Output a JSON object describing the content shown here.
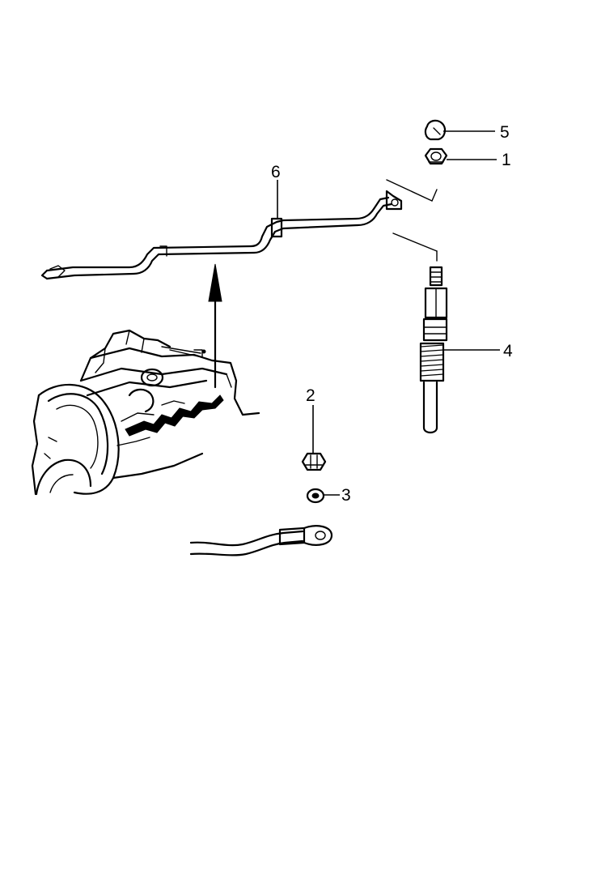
{
  "callouts": [
    {
      "id": "1",
      "label": "1",
      "part": "nut"
    },
    {
      "id": "2",
      "label": "2",
      "part": "nut"
    },
    {
      "id": "3",
      "label": "3",
      "part": "washer"
    },
    {
      "id": "4",
      "label": "4",
      "part": "glow-plug"
    },
    {
      "id": "5",
      "label": "5",
      "part": "cap"
    },
    {
      "id": "6",
      "label": "6",
      "part": "glow-plug-connector-bar"
    }
  ],
  "colors": {
    "line": "#000000",
    "background": "#ffffff"
  }
}
